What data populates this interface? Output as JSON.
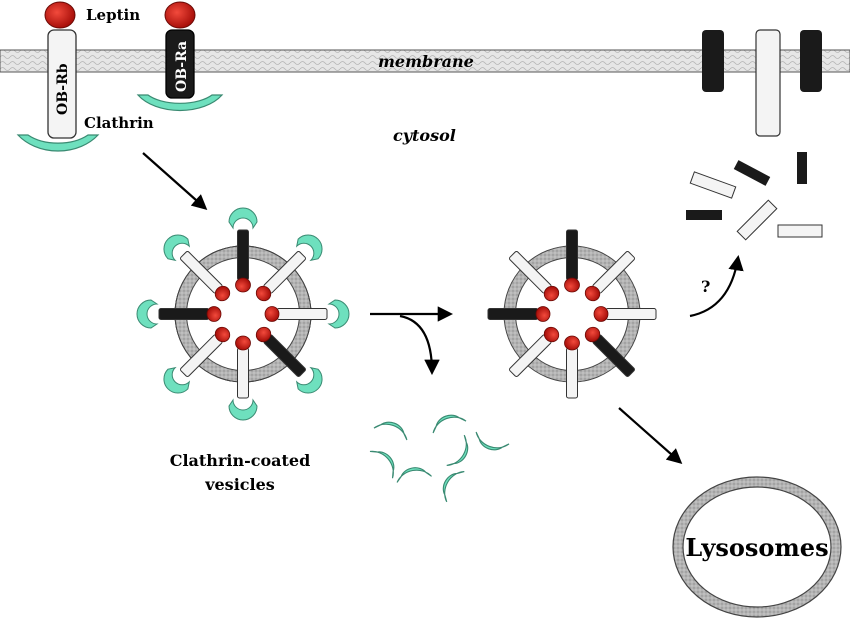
{
  "labels": {
    "leptin": "Leptin",
    "ob_rb": "OB-Rb",
    "ob_ra": "OB-Ra",
    "clathrin": "Clathrin",
    "membrane": "membrane",
    "cytosol": "cytosol",
    "vesicles_line1": "Clathrin-coated",
    "vesicles_line2": "vesicles",
    "question": "?",
    "lysosomes": "Lysosomes"
  },
  "colors": {
    "leptin_red": "#d62018",
    "clathrin_green": "#6ee0be",
    "receptor_black": "#1a1a1a",
    "receptor_white": "#f4f4f4",
    "membrane_gray": "#e2e2e2",
    "vesicle_wall": "#a9a9a9"
  }
}
